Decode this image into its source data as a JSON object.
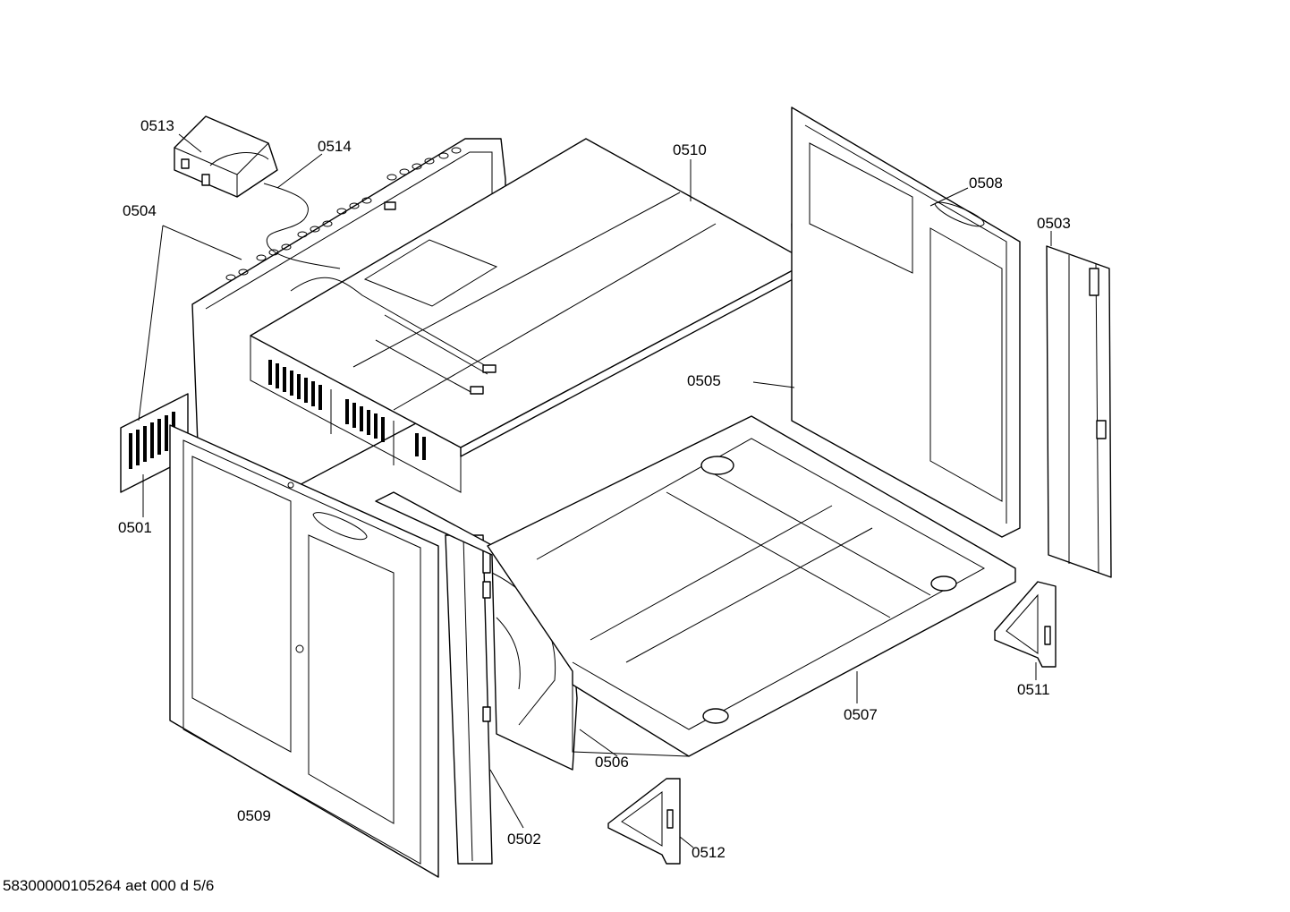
{
  "footer": "58300000105264 aet 000 d 5/6",
  "labels": {
    "p0501": "0501",
    "p0502": "0502",
    "p0503": "0503",
    "p0504": "0504",
    "p0505": "0505",
    "p0506": "0506",
    "p0507": "0507",
    "p0508": "0508",
    "p0509": "0509",
    "p0510": "0510",
    "p0511": "0511",
    "p0512": "0512",
    "p0513": "0513",
    "p0514": "0514"
  }
}
